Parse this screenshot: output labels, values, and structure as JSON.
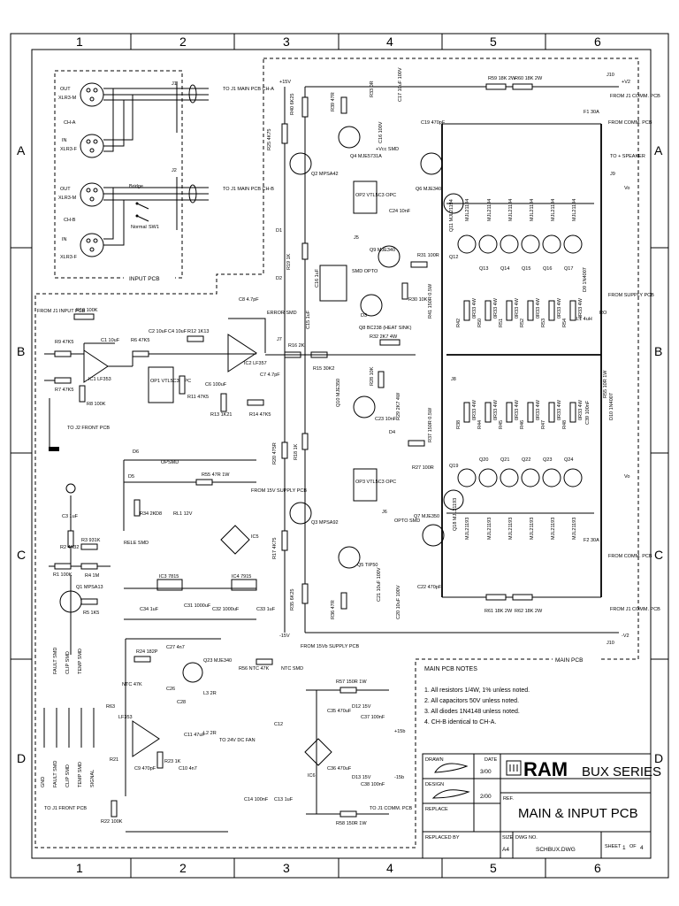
{
  "grid": {
    "cols": [
      "1",
      "2",
      "3",
      "4",
      "5",
      "6"
    ],
    "rows": [
      "A",
      "B",
      "C",
      "D"
    ]
  },
  "input_pcb": {
    "title": "INPUT PCB",
    "ch_a": {
      "out": "OUT",
      "xlr_m": "XLR3-M",
      "ch": "CH-A",
      "in": "IN",
      "xlr_f": "XLR3-F",
      "j": "J1",
      "to": "TO J1 MAIN PCB CH-A"
    },
    "ch_b": {
      "out": "OUT",
      "xlr_m": "XLR3-M",
      "ch": "CH-B",
      "in": "IN",
      "xlr_f": "XLR3-F",
      "j": "J2",
      "to": "TO J1 MAIN PCB CH-B",
      "bridge": "Bridge",
      "normal": "Normal",
      "sw": "SW1"
    }
  },
  "rails": {
    "pos15": "+15V",
    "neg15": "-15V",
    "pos_v2": "+V2",
    "neg_v2": "-V2",
    "j10": "J10"
  },
  "labels": {
    "from_j1_input": "FROM J1 INPUT PCB",
    "r10": "R10 100K",
    "r9": "R9 47K5",
    "r7": "R7 47K5",
    "r8": "R8 100K",
    "c1": "C1 10uF",
    "ic1": "IC1 LF353",
    "r6": "R6 47K5",
    "c2": "C2 10uF",
    "c4": "C4 10uF",
    "r12": "R12 1K13",
    "op1": "OP1 VTL5C3 OPC",
    "r11": "R11 47K5",
    "c6": "C6 100uF",
    "c8": "C8 4.7pF",
    "ic2": "IC2 LF357",
    "r13": "R13 1K21",
    "c7": "C7 4.7pF",
    "r14": "R14 47K5",
    "error_smd": "ERROR SMD",
    "j7": "J7",
    "to_j2_front": "TO J2 FRONT PCB",
    "d6": "D6",
    "opsmd": "OPSMD",
    "d5": "D5",
    "r55": "R55 47R 1W",
    "from_15v": "FROM 15V SUPPLY PCB",
    "r34": "R34 2K",
    "rl1": "RL1 12V",
    "d8": "D8",
    "rele": "RELE SMD",
    "ic3": "IC3 7815",
    "ic4": "IC4 7915",
    "ic5": "IC5",
    "c31": "C31 1000uF",
    "c32": "C32 1000uF",
    "c33": "C33 1uF",
    "c34": "C34 1uF",
    "r1": "R1 100K",
    "r2": "R2 4K32",
    "r3": "R3 931K",
    "r4": "R4 1M",
    "r5": "R5 1K5",
    "q1": "Q1 MPSA13",
    "c3": "C3 1uF",
    "fault": "FAULT SMD",
    "clip": "CLIP SMD",
    "temp": "TEMP SMD",
    "gnd": "GND",
    "signal": "SIGNAL",
    "to_front": "TO J1 FRONT PCB",
    "r24": "R24 182P",
    "c27": "C27 4n7",
    "q23": "Q23 MJE340",
    "ntc47": "NTC 47K",
    "r63": "R63",
    "lf353b": "LF353",
    "c26": "C26",
    "c28": "C28",
    "c11": "C11 47uF",
    "c9": "C9 470pF",
    "r23": "R23 1K",
    "r21": "R21",
    "r22": "R22 100K",
    "c10": "C10 4n7",
    "l3": "L3 2R",
    "l2": "L2 2R",
    "fan": "TO 24V DC FAN",
    "r56": "R56 NTC 47K",
    "ntc_smd": "NTC SMD",
    "c12": "C12",
    "c13": "C13 1uF",
    "c14": "C14 100nF",
    "r57": "R57 150R 1W",
    "r58": "R58 150R 1W",
    "d12": "D12 15V",
    "d13": "D13 15V",
    "c35": "C35 470uF",
    "c36": "C36 470uF",
    "c37": "C37 100nF",
    "c38": "C38 100nF",
    "ic6": "IC6",
    "to_j1_comm": "TO J1 COMM. PCB",
    "from_15vb": "FROM 15Vb SUPPLY PCB",
    "pos15b": "+15b",
    "neg15b": "-15b",
    "r40": "R40 6K25",
    "r39": "R39 47R",
    "r25": "R25 4K75",
    "q4": "Q4 MJE5731A",
    "q2": "Q2 MPSA42",
    "r33": "R33 0R",
    "c17": "C17 10uF 100V",
    "c16": "C16 100V",
    "vcc_smd": "+Vcc SMD",
    "c19": "C19 470pF",
    "q6": "Q6 MJE340",
    "op2": "OP2 VTL5C3 OPC",
    "c24": "C24 10nF",
    "r31": "R31 100R",
    "q9": "Q9 MJE340",
    "smd_opto": "SMD OPTO",
    "q8": "Q8 BC238 (HEAT SINK)",
    "r30": "R30 10K",
    "r32": "R32 2K7 4W",
    "r41": "R41 150R 0.5W",
    "d3": "D3",
    "d1": "D1",
    "d2": "D2",
    "r19": "R19 1K",
    "c15": "C15 1uF",
    "c16b": "C16 1uF",
    "r16": "R16 2K",
    "r15": "R15 30K2",
    "r18": "R18 1K",
    "r20": "R20 475R",
    "r17": "R17 4K75",
    "q10": "Q10 MJE350",
    "r28": "R28 10K",
    "c23": "C23 10nF",
    "d4": "D4",
    "r29": "R29 2K7 4W",
    "r27": "R27 100R",
    "r37": "R37 150R 0.5W",
    "op3": "OP3 VTL5C3 OPC",
    "opto_smd": "OPTO SMD",
    "q7": "Q7 MJE350",
    "q3": "Q3 MPSA92",
    "q5": "Q5 TIP50",
    "c21": "C21 10uF 100V",
    "c20": "C20 10uF 100V",
    "c22": "C22 470pF",
    "r36": "R36 47R",
    "r35": "R35 6K25",
    "r59": "R59 18K 2W",
    "r60": "R60 18K 2W",
    "r61": "R61 18K 2W",
    "r62": "R62 18K 2W",
    "f1": "F1 30A",
    "f2": "F2 30A",
    "from_comm": "FROM COMM. PCB",
    "from_j1_comm": "FROM J1 COMM. PCB",
    "to_speaker": "TO + SPEAKER",
    "j9": "J9",
    "vo": "Vo",
    "from_supply": "FROM SUPPLY PCB",
    "d9": "D9 1N4007",
    "d10": "D10 1N4007",
    "l1": "L1 4uH",
    "rl": "RO",
    "r55b": "R55 10R 1W",
    "c39": "C39 100nF",
    "j8": "J8",
    "j5": "J5",
    "j6": "J6",
    "q11": "Q11 MJL21194",
    "q18": "Q18 MJL21193",
    "main_pcb": "MAIN PCB"
  },
  "top_transistors": {
    "names": [
      "Q12",
      "Q13",
      "Q14",
      "Q15",
      "Q16",
      "Q17"
    ],
    "part": "MJL21194"
  },
  "bot_transistors": {
    "names": [
      "Q19",
      "Q20",
      "Q21",
      "Q22",
      "Q23",
      "Q24"
    ],
    "part": "MJL21193"
  },
  "top_resistors": {
    "names": [
      "R42",
      "R50",
      "R51",
      "R52",
      "R53",
      "R54"
    ],
    "value": "0R33 4W"
  },
  "bot_resistors": {
    "names": [
      "R38",
      "R44",
      "R45",
      "R46",
      "R47",
      "R48"
    ],
    "value": "0R33 4W"
  },
  "notes": {
    "title": "MAIN PCB NOTES",
    "items": [
      "1. All resistors 1/4W, 1% unless noted.",
      "2. All capacitors 50V unless noted.",
      "3. All diodes 1N4148 unless noted.",
      "4. CH-B identical to CH-A."
    ]
  },
  "title_block": {
    "drawn": "DRAWN",
    "design": "DESIGN",
    "replace": "REPLACE",
    "replaced_by": "REPLACED BY",
    "date": "DATE",
    "date1": "3/00",
    "date2": "2/00",
    "brand": "RAM",
    "series": "BUX SERIES",
    "ref": "REF.",
    "drawing_title": "MAIN & INPUT PCB",
    "size_label": "SIZE",
    "size": "A4",
    "dwg_label": "DWG NO.",
    "dwg": "SCHBUX.DWG",
    "sheet_label": "SHEET",
    "sheet": "1",
    "of": "OF",
    "total": "4"
  }
}
